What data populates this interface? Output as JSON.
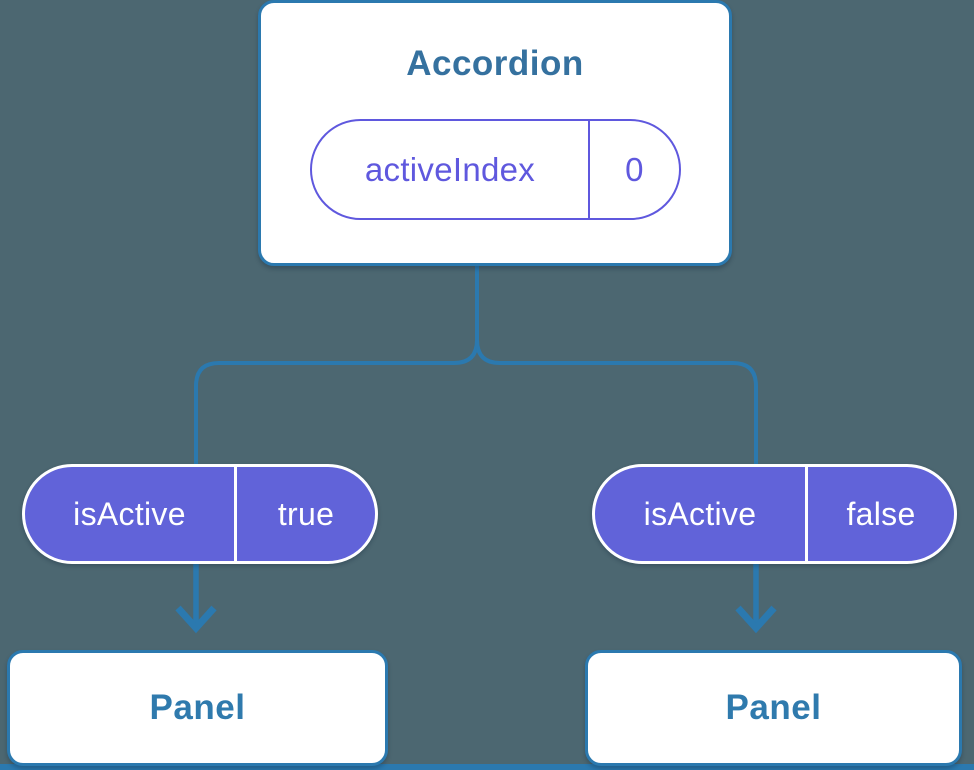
{
  "diagram": {
    "root": {
      "title": "Accordion",
      "state_pill": {
        "label": "activeIndex",
        "value": "0"
      }
    },
    "branches": [
      {
        "prop_pill": {
          "label": "isActive",
          "value": "true"
        },
        "child": {
          "title": "Panel"
        }
      },
      {
        "prop_pill": {
          "label": "isActive",
          "value": "false"
        },
        "child": {
          "title": "Panel"
        }
      }
    ],
    "colors": {
      "background": "#4c6771",
      "connector_blue": "#2b79af",
      "component_title_blue": "#35719f",
      "panel_title_blue": "#2f7aad",
      "pill_purple_fill": "#6163d9",
      "pill_purple_accent": "#5f58de",
      "box_fill": "#ffffff"
    }
  }
}
